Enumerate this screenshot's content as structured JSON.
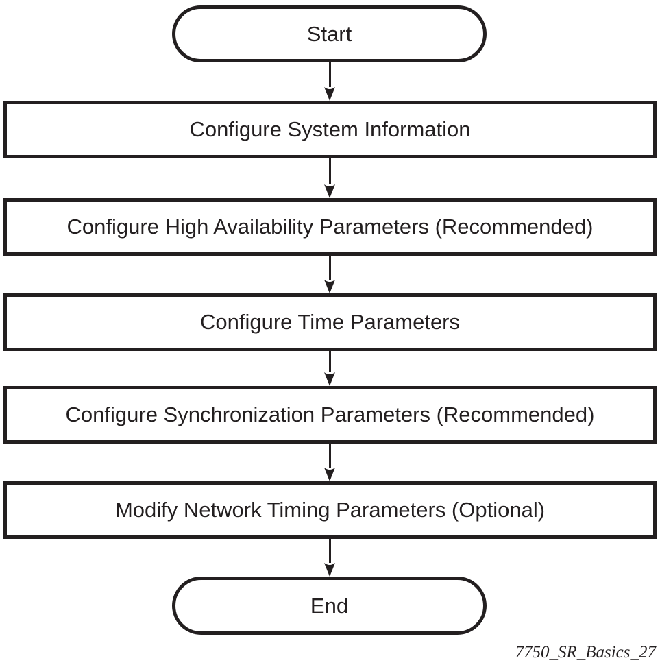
{
  "figure": {
    "type": "flowchart",
    "caption": "7750_SR_Basics_27",
    "colors": {
      "stroke": "#231f20",
      "fill": "#ffffff",
      "text": "#231f20"
    },
    "nodes": [
      {
        "id": "start",
        "shape": "stadium",
        "label": "Start"
      },
      {
        "id": "step1",
        "shape": "process",
        "label": "Configure System Information"
      },
      {
        "id": "step2",
        "shape": "process",
        "label": "Configure High Availability Parameters (Recommended)"
      },
      {
        "id": "step3",
        "shape": "process",
        "label": "Configure Time Parameters"
      },
      {
        "id": "step4",
        "shape": "process",
        "label": "Configure Synchronization Parameters (Recommended)"
      },
      {
        "id": "step5",
        "shape": "process",
        "label": "Modify Network Timing Parameters (Optional)"
      },
      {
        "id": "end",
        "shape": "stadium",
        "label": "End"
      }
    ],
    "edges": [
      {
        "from": "start",
        "to": "step1"
      },
      {
        "from": "step1",
        "to": "step2"
      },
      {
        "from": "step2",
        "to": "step3"
      },
      {
        "from": "step3",
        "to": "step4"
      },
      {
        "from": "step4",
        "to": "step5"
      },
      {
        "from": "step5",
        "to": "end"
      }
    ]
  }
}
